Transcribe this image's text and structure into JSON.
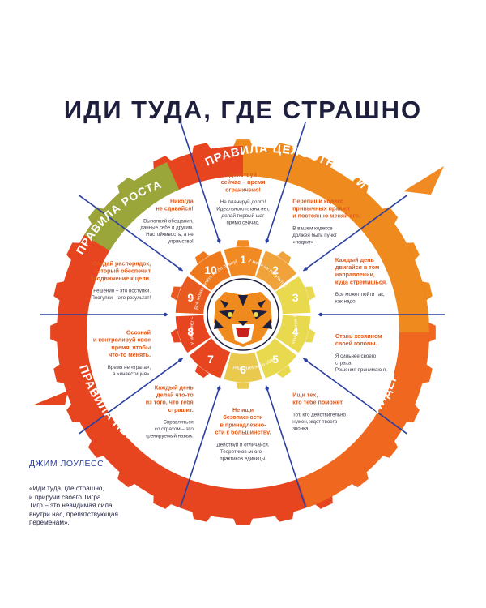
{
  "title": "ИДИ ТУДА, ГДЕ СТРАШНО",
  "colors": {
    "dark": "#1e1f3d",
    "accent_blue": "#2b3fa0",
    "segment_text": "#e05a1a",
    "olive": "#9aa53a",
    "orange": "#ef8b1e",
    "red_orange": "#e6451f",
    "light_yellow": "#e9d94e"
  },
  "arc_labels": {
    "growth": "ПРАВИЛА РОСТА",
    "integrity": "ПРАВИЛА ЦЕЛОСТНОСТИ",
    "leadership": "ПРАВИЛА ЛИДЕРСТВА",
    "change": "ПРАВИЛА ПЕРЕМЕН"
  },
  "inner_ring": {
    "top_right": "У меня не получится",
    "right": "В моих силах?",
    "bottom": "Надо передать опыт",
    "left": "У меня нет связей",
    "top_left": "Всё может пойти не по плану!"
  },
  "segments": [
    {
      "number": "1",
      "title": [
        "Действуй",
        "сейчас – время",
        "ограничено!"
      ],
      "body": [
        "Не планируй долго!",
        "Идеального плана нет,",
        "делай первый шаг",
        "прямо сейчас."
      ]
    },
    {
      "number": "2",
      "title": [
        "Перепиши кодекс",
        "привычных правил",
        "и постоянно меняй его."
      ],
      "body": [
        "В вашем кодексе",
        "должен быть пункт",
        "«подвиг»"
      ]
    },
    {
      "number": "3",
      "title": [
        "Каждый день",
        "двигайся в том",
        "направлении,",
        "куда стремишься."
      ],
      "body": [
        "Все может пойти так,",
        "как надо!"
      ]
    },
    {
      "number": "4",
      "title": [
        "Стань хозяином",
        "своей головы."
      ],
      "body": [
        "Я сильнее своего",
        "страха.",
        "Решения принимаю я."
      ]
    },
    {
      "number": "5",
      "title": [
        "Ищи тех,",
        "кто тебе поможет."
      ],
      "body": [
        "Тот, кто действительно",
        "нужен, ждет твоего",
        "звонка."
      ]
    },
    {
      "number": "6",
      "title": [
        "Не ищи",
        "безопасности",
        "в принадлежно-",
        "сти к большинству."
      ],
      "body": [
        "Действуй и отличайся.",
        "Теоретиков много –",
        "практиков единицы."
      ]
    },
    {
      "number": "7",
      "title": [
        "Каждый день",
        "делай что-то",
        "из того, что тебя",
        "страшит."
      ],
      "body": [
        "Справляться",
        "со страхом – это",
        "тренируемый навык."
      ]
    },
    {
      "number": "8",
      "title": [
        "Осознай",
        "и контролируй свое",
        "время, чтобы",
        "что-то менять."
      ],
      "body": [
        "Время не «трата»,",
        "а «инвестиция»."
      ]
    },
    {
      "number": "9",
      "title": [
        "Создай распорядок,",
        "который обеспечит",
        "продвижение к цели."
      ],
      "body": [
        "Решения – это поступки.",
        "Поступки – это результат!"
      ]
    },
    {
      "number": "10",
      "title": [
        "Никогда",
        "не сдавайся!"
      ],
      "body": [
        "Выполняй обещания,",
        "данные себе и другим.",
        "Настойчивость, а не",
        "упрямство!"
      ]
    }
  ],
  "author": "ДЖИМ ЛОУЛЕСС",
  "quote": [
    "«Иди туда, где страшно,",
    "и приручи своего Тигра.",
    "Тигр – это невидимая сила",
    "внутри нас, препятствующая",
    "переменам»."
  ]
}
